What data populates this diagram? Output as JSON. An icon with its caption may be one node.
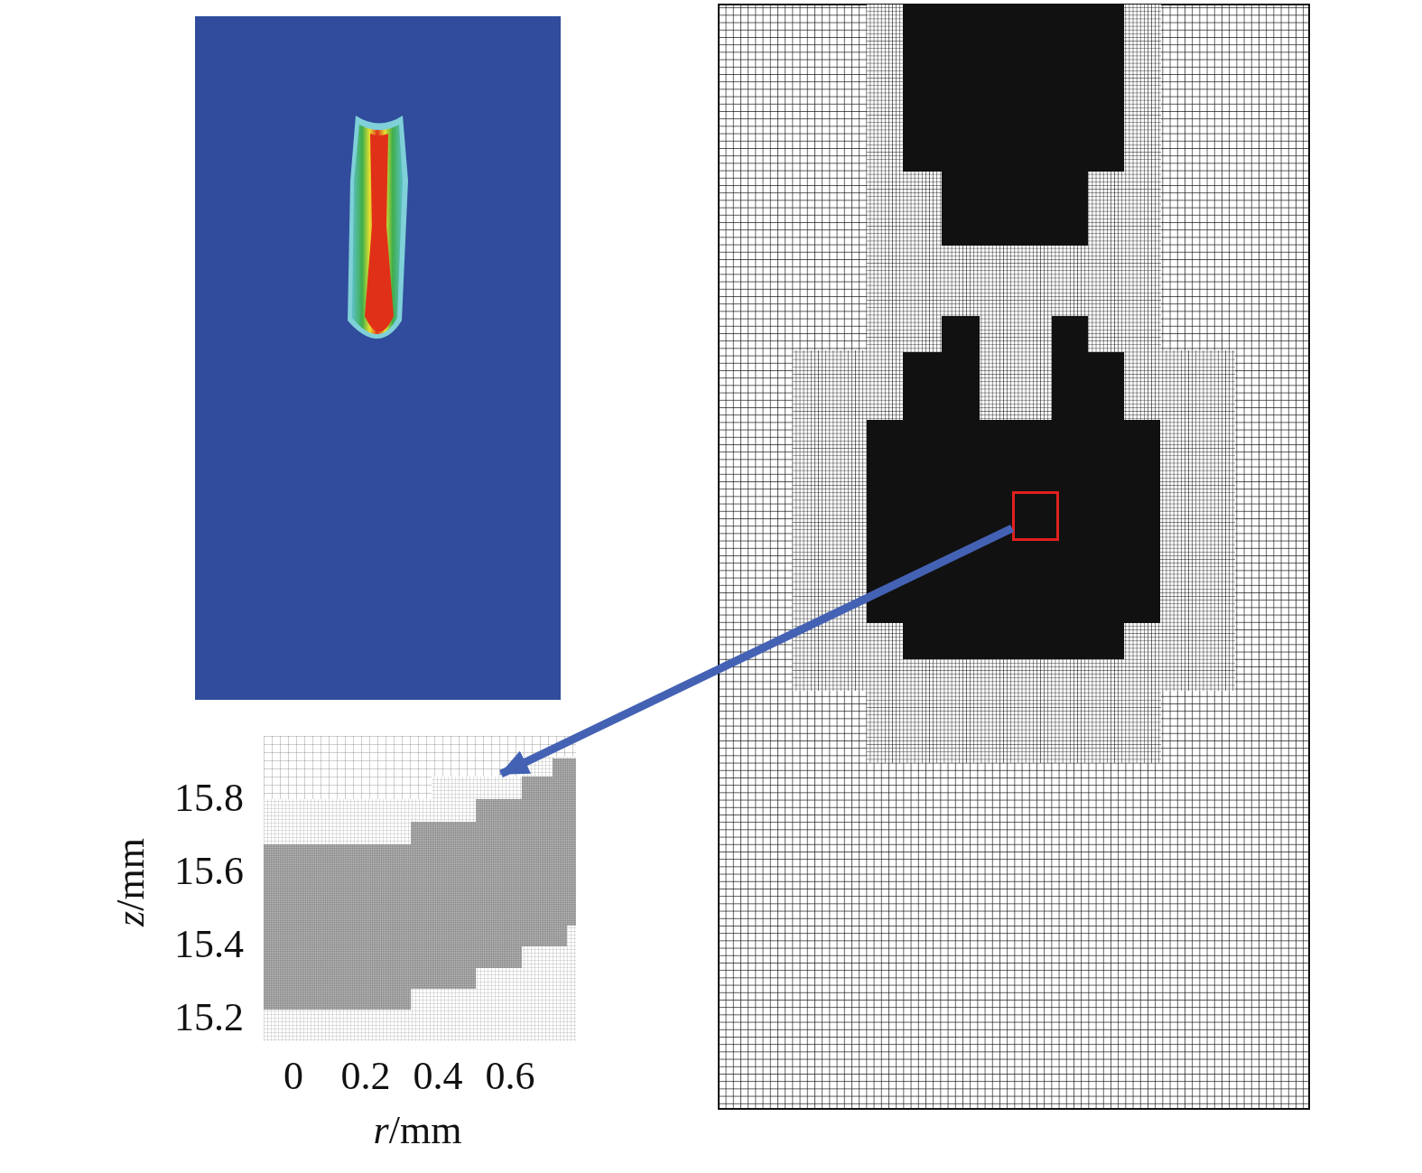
{
  "diagram": {
    "nodes": [
      {
        "text": [],
        "shape": "box"
      },
      {
        "text": [],
        "shape": "picture"
      }
    ],
    "edges": [
      {
        "from": 0,
        "to": 1,
        "arrow": "to",
        "color": "#4462b4"
      }
    ],
    "labels": [
      "15.8",
      "15.6",
      "15.4",
      "15.2",
      "*z*/mm",
      "0",
      "0.2",
      "0.4",
      "0.6",
      "*r*/mm"
    ]
  }
}
